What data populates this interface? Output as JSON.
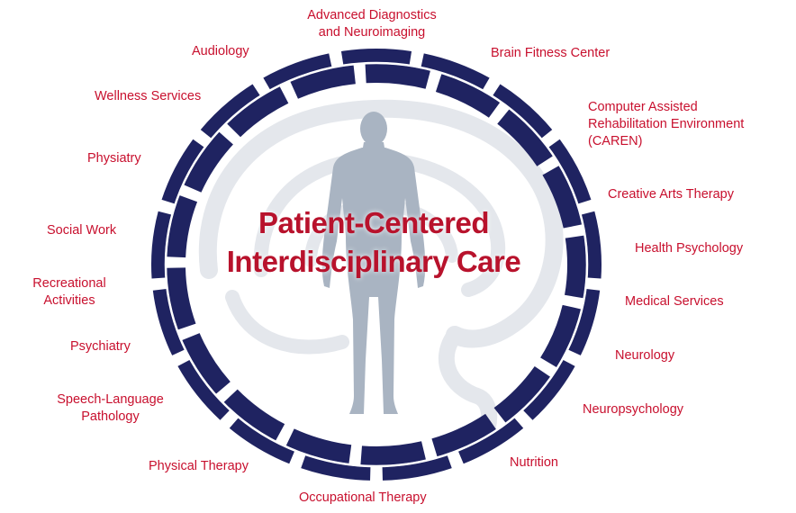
{
  "title": {
    "line1": "Patient-Centered",
    "line2": "Interdisciplinary Care"
  },
  "services": [
    "Advanced Diagnostics",
    "and Neuroimaging",
    "Brain Fitness Center",
    "Computer Assisted",
    "Rehabilitation Environment",
    "(CAREN)",
    "Creative Arts Therapy",
    "Health Psychology",
    "Medical Services",
    "Neurology",
    "Neuropsychology",
    "Nutrition",
    "Occupational Therapy",
    "Physical Therapy",
    "Speech-Language",
    "Pathology",
    "Psychiatry",
    "Recreational",
    "Activities",
    "Social Work",
    "Physiatry",
    "Wellness Services",
    "Audiology"
  ],
  "colors": {
    "label": "#c8102e",
    "ring": "#1f2361",
    "figure": "#a9b4c2",
    "brain": "#e4e7ec"
  },
  "icons": [
    "human-figure-icon",
    "brain-icon"
  ]
}
